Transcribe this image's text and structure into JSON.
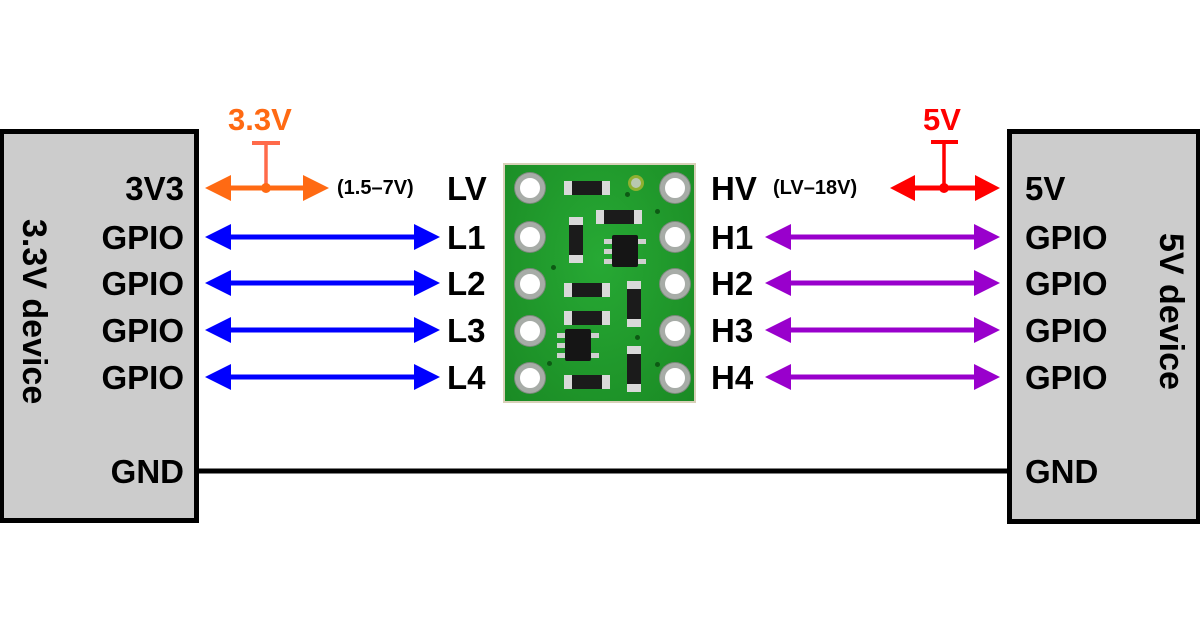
{
  "left_device": {
    "title": "3.3V device",
    "pins": [
      "3V3",
      "GPIO",
      "GPIO",
      "GPIO",
      "GPIO",
      "GND"
    ]
  },
  "right_device": {
    "title": "5V device",
    "pins": [
      "5V",
      "GPIO",
      "GPIO",
      "GPIO",
      "GPIO",
      "GND"
    ]
  },
  "board": {
    "low_side_labels": [
      "LV",
      "L1",
      "L2",
      "L3",
      "L4"
    ],
    "high_side_labels": [
      "HV",
      "H1",
      "H2",
      "H3",
      "H4"
    ],
    "lv_range": "(1.5–7V)",
    "hv_range": "(LV–18V)"
  },
  "supplies": {
    "low": {
      "label": "3.3V",
      "color": "#ff6a13"
    },
    "high": {
      "label": "5V",
      "color": "#ff0000"
    }
  },
  "colors": {
    "low_signal": "#0000ff",
    "high_signal": "#9900cc",
    "ground": "#000000",
    "device_fill": "#cccccc"
  }
}
